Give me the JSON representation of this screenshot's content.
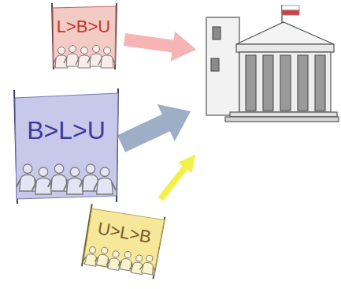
{
  "diagram": {
    "nodes": [
      {
        "text": [
          "L>B>U"
        ]
      },
      {
        "text": [
          "B>L>U"
        ]
      },
      {
        "text": [
          "U>L>B"
        ]
      }
    ]
  }
}
